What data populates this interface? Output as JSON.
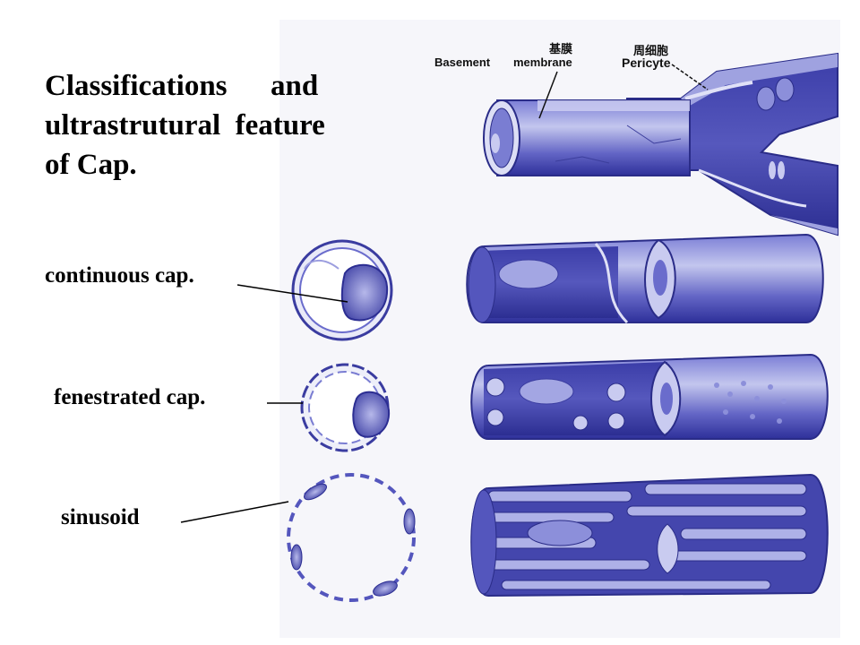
{
  "title": {
    "line1_word1": "Classifications",
    "line1_word2": "and",
    "line2": "ultrastrutural  feature",
    "line3": "of Cap."
  },
  "labels": {
    "continuous": "continuous  cap.",
    "fenestrated": "fenestrated cap.",
    "sinusoid": "sinusoid"
  },
  "annotations": {
    "basement_cn": "基膜",
    "basement_en": "Basement",
    "membrane_en": "membrane",
    "pericyte_cn": "周细胞",
    "pericyte_en": "Pericyte"
  },
  "colors": {
    "vessel_dark": "#3d3fa6",
    "vessel_mid": "#6a6ccc",
    "vessel_light": "#b9bce9",
    "nucleus": "#4a4aa8",
    "paper": "#f7f7fb"
  }
}
